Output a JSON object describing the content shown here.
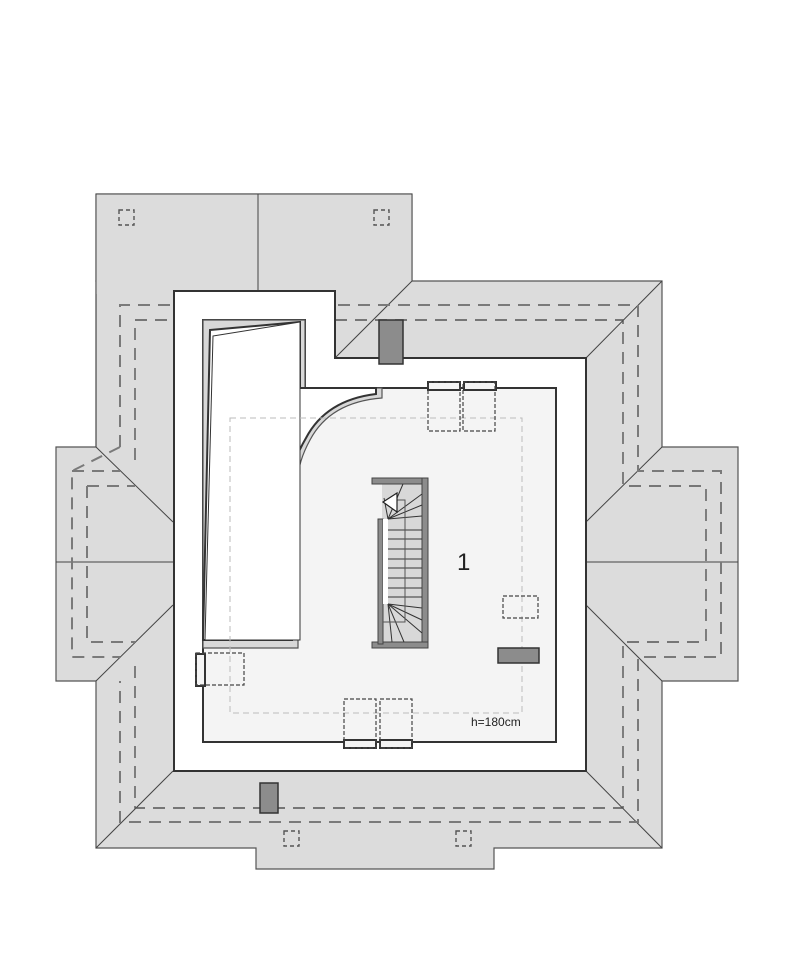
{
  "plan": {
    "type": "attic floor plan",
    "room_label": "1",
    "height_label": "h=180cm",
    "colors": {
      "roof": "#dcdcdc",
      "floor": "#f4f4f4",
      "chimney": "#8c8c8c",
      "walls": "#333333",
      "background": "#ffffff"
    },
    "elements": {
      "chimneys": 3,
      "skylights": 4,
      "roof_windows": 6,
      "staircase": "winder stair with direction arrow"
    }
  }
}
